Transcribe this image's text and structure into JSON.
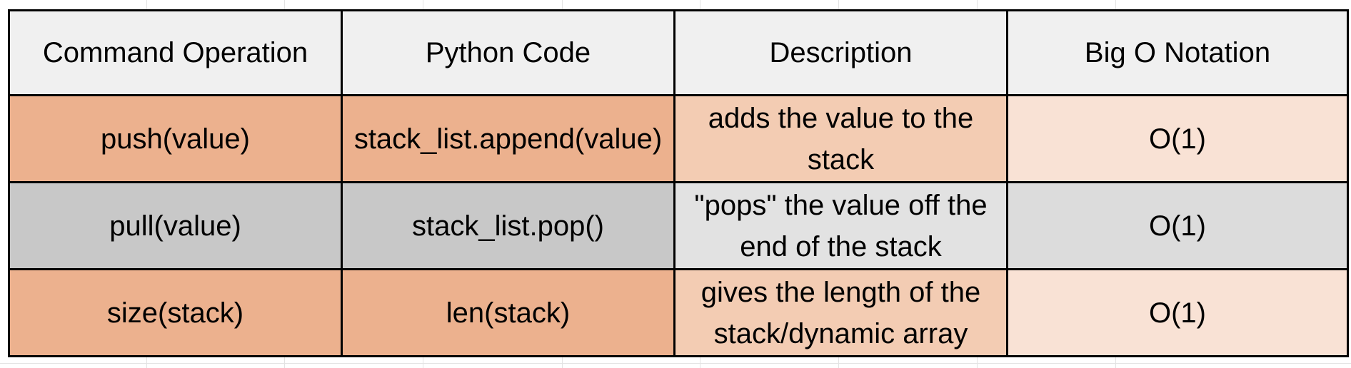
{
  "table": {
    "headers": [
      "Command Operation",
      "Python Code",
      "Description",
      "Big O Notation"
    ],
    "rows": [
      {
        "operation": "push(value)",
        "code": "stack_list.append(value)",
        "description": "adds the value to the stack",
        "big_o": "O(1)"
      },
      {
        "operation": "pull(value)",
        "code": "stack_list.pop()",
        "description": "\"pops\" the value off the end of the stack",
        "big_o": "O(1)"
      },
      {
        "operation": "size(stack)",
        "code": "len(stack)",
        "description": "gives the length of the stack/dynamic array",
        "big_o": "O(1)"
      }
    ]
  },
  "colors": {
    "header_bg": "#f0f0f0",
    "orange_strong": "#ecb18e",
    "orange_mid": "#f3ccb3",
    "orange_light": "#f9e2d5",
    "gray_strong": "#c8c8c8",
    "gray_light": "#e2e2e2",
    "border": "#000000"
  }
}
